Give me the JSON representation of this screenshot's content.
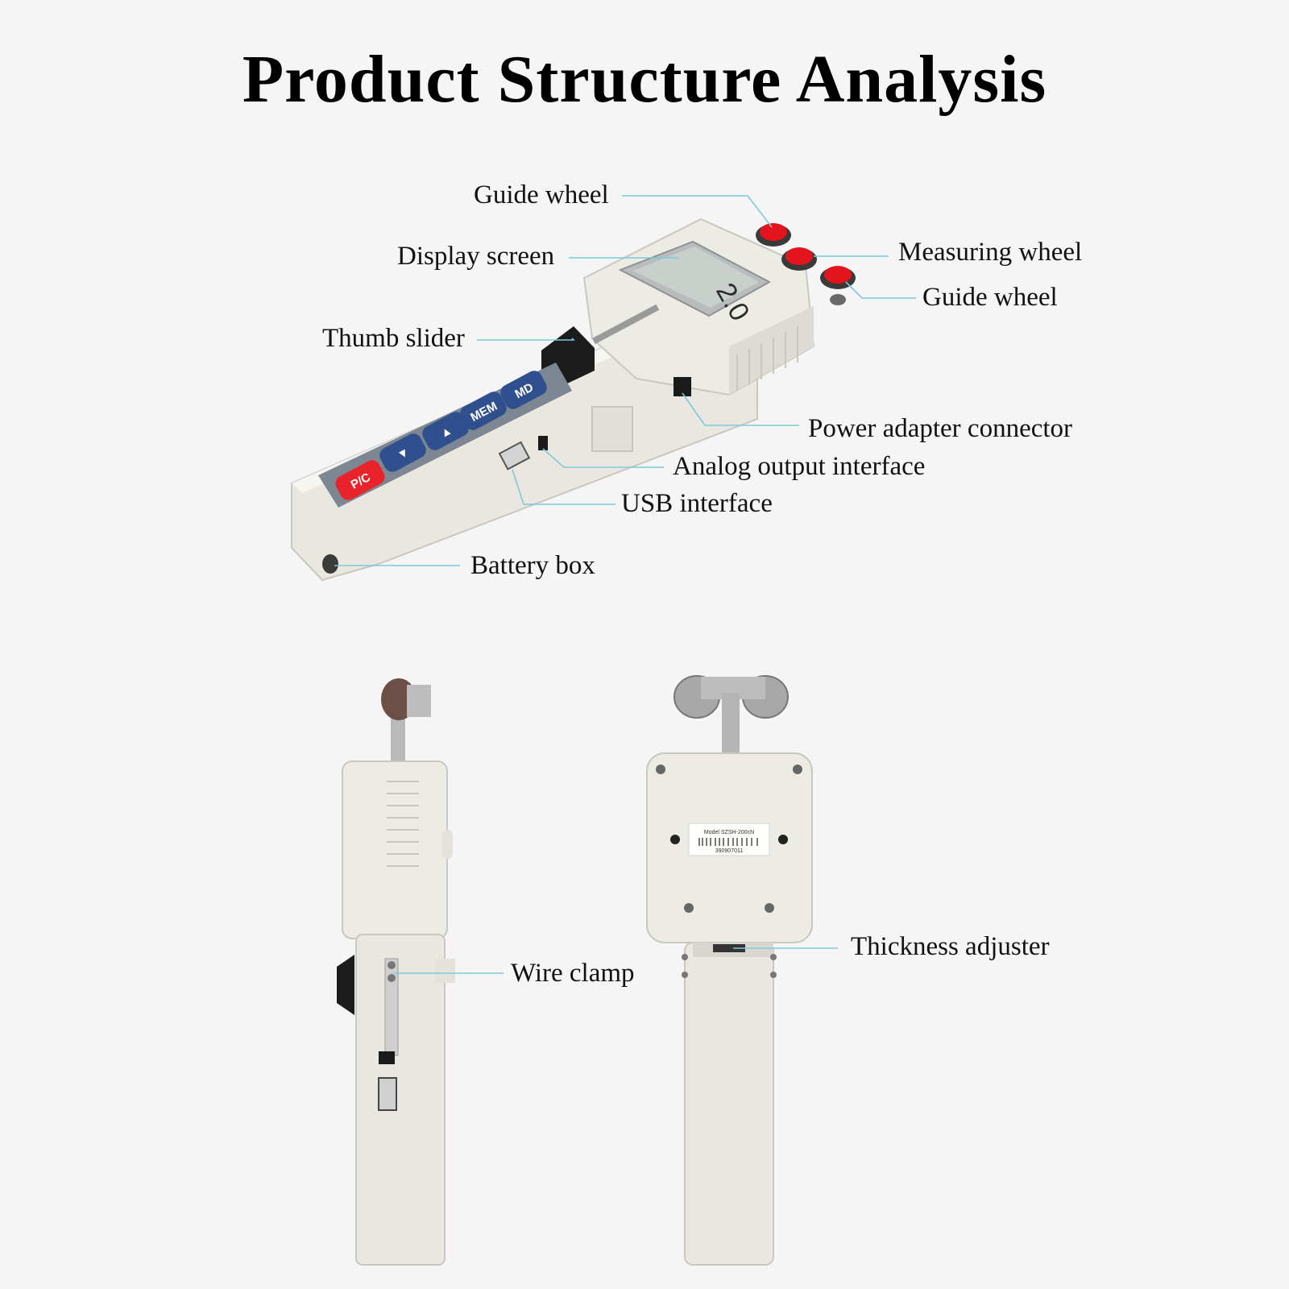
{
  "title": "Product Structure Analysis",
  "colors": {
    "leader_line": "#7ec8dc",
    "device_body": "#e8e6df",
    "button_blue": "#2f4f8f",
    "button_red": "#e8242a",
    "wheel_red": "#e3141b"
  },
  "device_display": {
    "reading": "2.0"
  },
  "buttons": {
    "pc": "P/C",
    "down": "▼",
    "up": "▲",
    "mem": "MEM",
    "md": "MD"
  },
  "back_sticker": {
    "model": "Model SZSH-200cN",
    "serial": "390907011"
  },
  "labels": {
    "guide_wheel_top": "Guide wheel",
    "display_screen": "Display screen",
    "thumb_slider": "Thumb slider",
    "measuring_wheel": "Measuring wheel",
    "guide_wheel_right": "Guide wheel",
    "power_adapter_connector": "Power adapter connector",
    "analog_output_interface": "Analog output interface",
    "usb_interface": "USB interface",
    "battery_box": "Battery box",
    "wire_clamp": "Wire clamp",
    "thickness_adjuster": "Thickness adjuster"
  }
}
